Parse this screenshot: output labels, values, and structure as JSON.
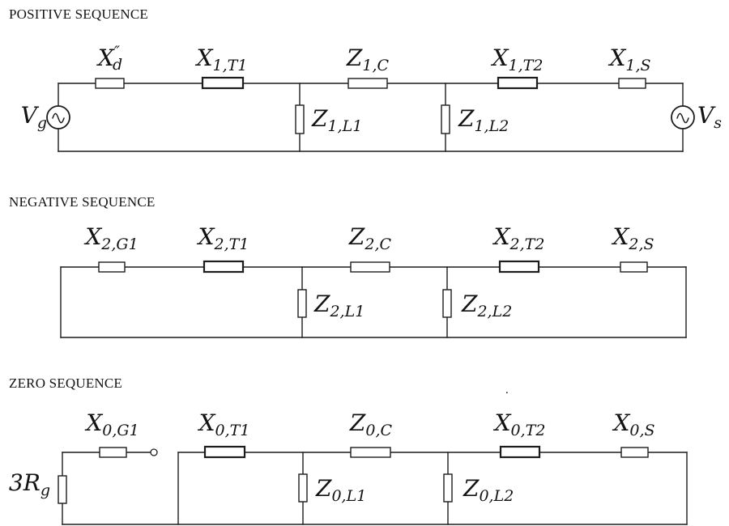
{
  "colors": {
    "line": "#1c1c1c",
    "text": "#131313",
    "background": "#ffffff"
  },
  "circuits": [
    {
      "title": "POSITIVE SEQUENCE",
      "left_source_label": {
        "main": "V",
        "sub": "g"
      },
      "right_source_label": {
        "main": "V",
        "sub": "s"
      },
      "series_labels": [
        {
          "main": "X",
          "sup": "″",
          "sub": "d"
        },
        {
          "main": "X",
          "sub": "1,T1"
        },
        {
          "main": "Z",
          "sub": "1,C"
        },
        {
          "main": "X",
          "sub": "1,T2"
        },
        {
          "main": "X",
          "sub": "1,S"
        }
      ],
      "shunt_labels": [
        {
          "main": "Z",
          "sub": "1,L1"
        },
        {
          "main": "Z",
          "sub": "1,L2"
        }
      ]
    },
    {
      "title": "NEGATIVE SEQUENCE",
      "series_labels": [
        {
          "main": "X",
          "sub": "2,G1"
        },
        {
          "main": "X",
          "sub": "2,T1"
        },
        {
          "main": "Z",
          "sub": "2,C"
        },
        {
          "main": "X",
          "sub": "2,T2"
        },
        {
          "main": "X",
          "sub": "2,S"
        }
      ],
      "shunt_labels": [
        {
          "main": "Z",
          "sub": "2,L1"
        },
        {
          "main": "Z",
          "sub": "2,L2"
        }
      ]
    },
    {
      "title": "ZERO SEQUENCE",
      "ground_label": {
        "main": "3R",
        "sub": "g"
      },
      "series_labels": [
        {
          "main": "X",
          "sub": "0,G1"
        },
        {
          "main": "X",
          "sub": "0,T1"
        },
        {
          "main": "Z",
          "sub": "0,C"
        },
        {
          "main": "X",
          "sub": "0,T2"
        },
        {
          "main": "X",
          "sub": "0,S"
        }
      ],
      "shunt_labels": [
        {
          "main": "Z",
          "sub": "0,L1"
        },
        {
          "main": "Z",
          "sub": "0,L2"
        }
      ],
      "stray_mark": "."
    }
  ]
}
